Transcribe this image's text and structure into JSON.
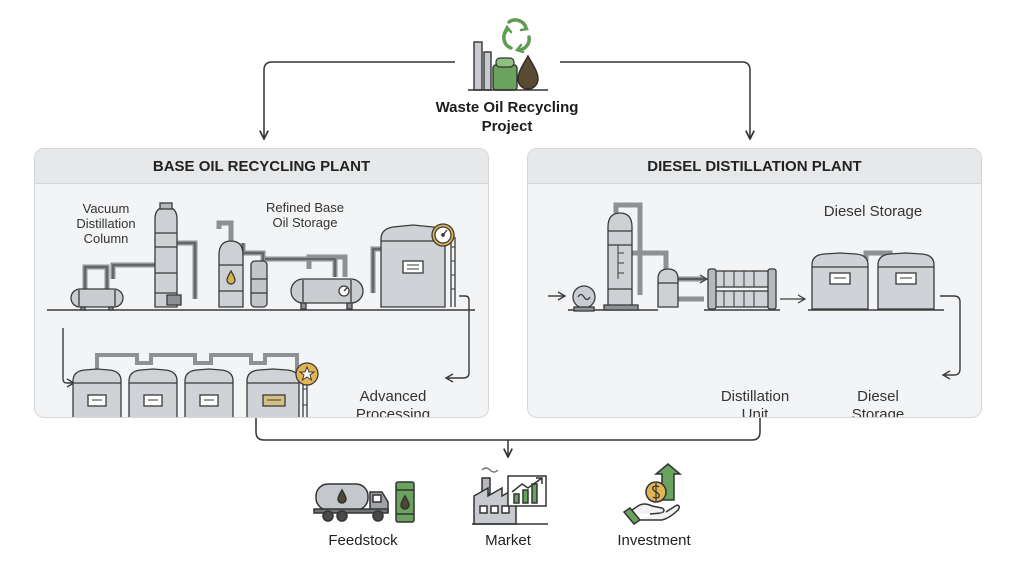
{
  "project": {
    "title": "Waste Oil Recycling Project"
  },
  "base_plant": {
    "title": "BASE OIL RECYCLING PLANT",
    "labels": {
      "vacuum_column": "Vacuum Distillation Column",
      "refined_storage": "Refined Base Oil Storage",
      "advanced_processing": "Advanced Processing"
    }
  },
  "diesel_plant": {
    "title": "DIESEL DISTILLATION PLANT",
    "labels": {
      "diesel_storage_top": "Diesel Storage",
      "distillation_unit": "Distillation Unit",
      "diesel_storage_bottom": "Diesel Storage"
    }
  },
  "outputs": [
    {
      "label": "Feedstock",
      "icon": "tanker-truck-icon"
    },
    {
      "label": "Market",
      "icon": "factory-growth-chart-icon"
    },
    {
      "label": "Investment",
      "icon": "hand-money-growth-icon"
    }
  ],
  "icons": {
    "project": "recycling-plant-oil-drop-icon",
    "gauge": "pressure-gauge-icon",
    "star": "star-badge-icon"
  },
  "colors": {
    "steel": "#c7cace",
    "steel_dark": "#8d9196",
    "outline": "#3a3a3a",
    "green": "#5d9c52",
    "oil": "#5a4a32",
    "gold": "#d9b24a"
  }
}
